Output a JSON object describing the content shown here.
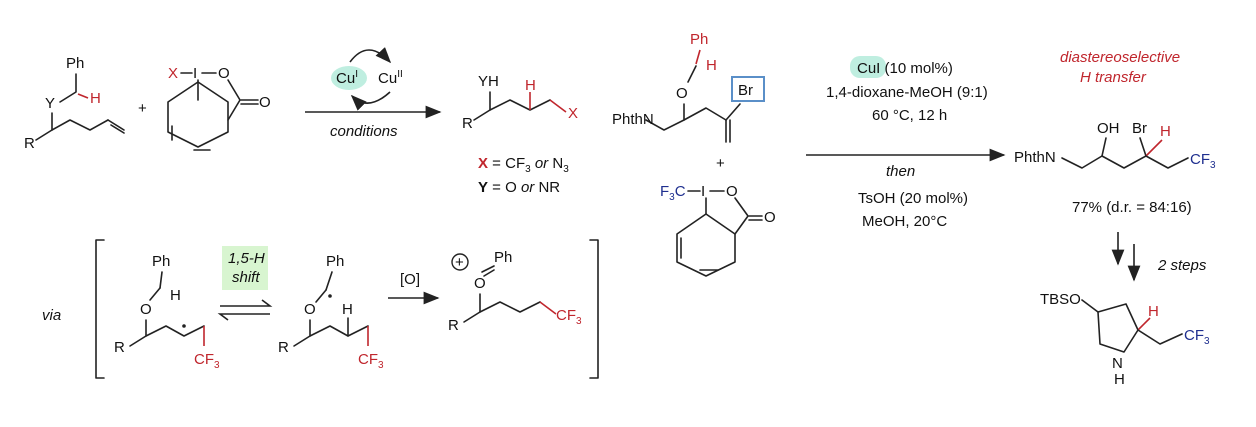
{
  "left_scheme": {
    "substrate": {
      "ph": "Ph",
      "y": "Y",
      "h": "H",
      "r": "R"
    },
    "plus1": "+",
    "reagent": {
      "x": "X",
      "i": "I",
      "o1": "O",
      "o2": "O"
    },
    "catalyst": {
      "cu1": "Cu",
      "cu1_sup": "I",
      "cu2": "Cu",
      "cu2_sup": "II"
    },
    "conditions": "conditions",
    "product": {
      "yh": "YH",
      "h": "H",
      "x": "X",
      "r": "R"
    },
    "def_x": {
      "sym": "X",
      "rest": " = CF",
      "sub": "3",
      "or": " or ",
      "n": "N",
      "nsub": "3"
    },
    "def_y": {
      "sym": "Y",
      "rest": " = O ",
      "or": "or",
      "nr": " NR"
    }
  },
  "right_scheme": {
    "substrate": {
      "ph": "Ph",
      "h": "H",
      "o": "O",
      "br": "Br",
      "phthn": "PhthN"
    },
    "plus": "+",
    "reagent": {
      "f3c": "F",
      "f3sub": "3",
      "c": "C",
      "i": "I",
      "o1": "O",
      "o2": "O"
    },
    "cond_cat": "CuI",
    "cond_cat_rest": " (10 mol%)",
    "cond_solvent": "1,4-dioxane-MeOH (9:1)",
    "cond_temp": "60 °C, 12 h",
    "cond_then": "then",
    "cond_acid": "TsOH (20 mol%)",
    "cond_acid2": "MeOH, 20°C",
    "label_1": "diastereoselective",
    "label_2": "H transfer",
    "product": {
      "phthn": "PhthN",
      "oh": "OH",
      "br": "Br",
      "h": "H",
      "cf3": "CF",
      "cf3sub": "3"
    },
    "yield": "77% (d.r. = 84:16)",
    "steps": "2 steps",
    "pyrrolidine": {
      "tbso": "TBSO",
      "h": "H",
      "cf3": "CF",
      "cf3sub": "3",
      "n": "N",
      "nh": "H"
    }
  },
  "mechanism": {
    "via": "via",
    "int1": {
      "ph": "Ph",
      "o": "O",
      "h": "H",
      "r": "R",
      "cf3": "CF",
      "cf3sub": "3"
    },
    "shift_1": "1,5-H",
    "shift_2": "shift",
    "int2": {
      "ph": "Ph",
      "o": "O",
      "h": "H",
      "r": "R",
      "cf3": "CF",
      "cf3sub": "3"
    },
    "oxidant": "[O]",
    "int3": {
      "plus": "+",
      "ph": "Ph",
      "o": "O",
      "r": "R",
      "cf3": "CF",
      "cf3sub": "3"
    }
  },
  "colors": {
    "red": "#c0262d",
    "blue": "#1f2f8f",
    "highlight": "#bfeee0",
    "shift_box": "#d8f5d0",
    "br_box": "#5a8fc8"
  }
}
